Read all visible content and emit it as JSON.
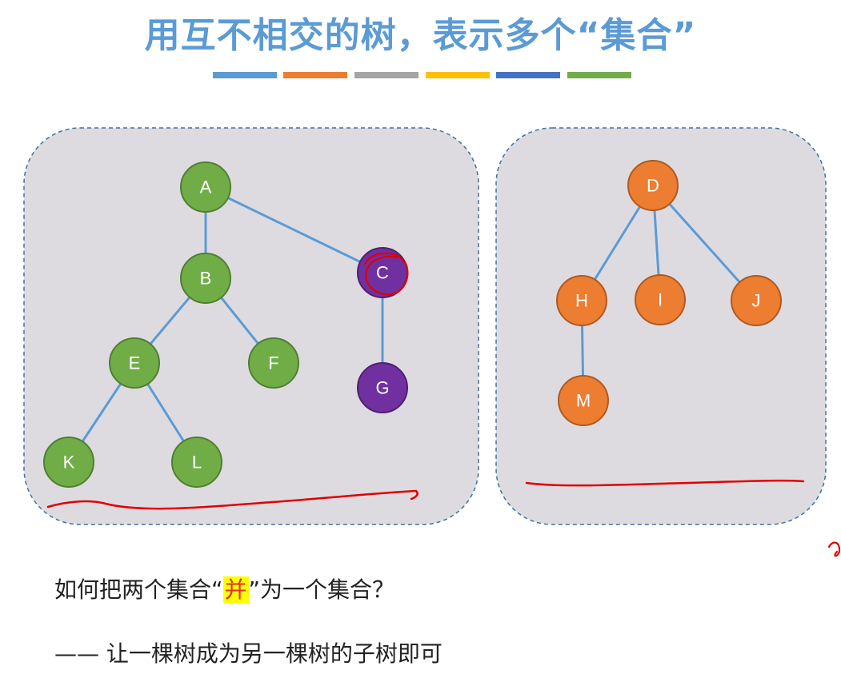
{
  "title": "用互不相交的树，表示多个“集合”",
  "color_bars": [
    "#5b9bd5",
    "#ed7d31",
    "#a5a5a5",
    "#ffc000",
    "#4472c4",
    "#70ad47"
  ],
  "colors": {
    "green": "#70ad47",
    "orange": "#ed7d31",
    "purple": "#7030a0",
    "edge": "#5b9bd5",
    "panel": "#dedbe0",
    "ink": "#e00000"
  },
  "nodes": {
    "A": "A",
    "B": "B",
    "C": "C",
    "E": "E",
    "F": "F",
    "G": "G",
    "K": "K",
    "L": "L",
    "D": "D",
    "H": "H",
    "I": "I",
    "J": "J",
    "M": "M"
  },
  "question": {
    "before": "如何把两个集合“",
    "highlight": "并",
    "after": "”为一个集合？"
  },
  "answer": "—— 让一棵树成为另一棵树的子树即可"
}
